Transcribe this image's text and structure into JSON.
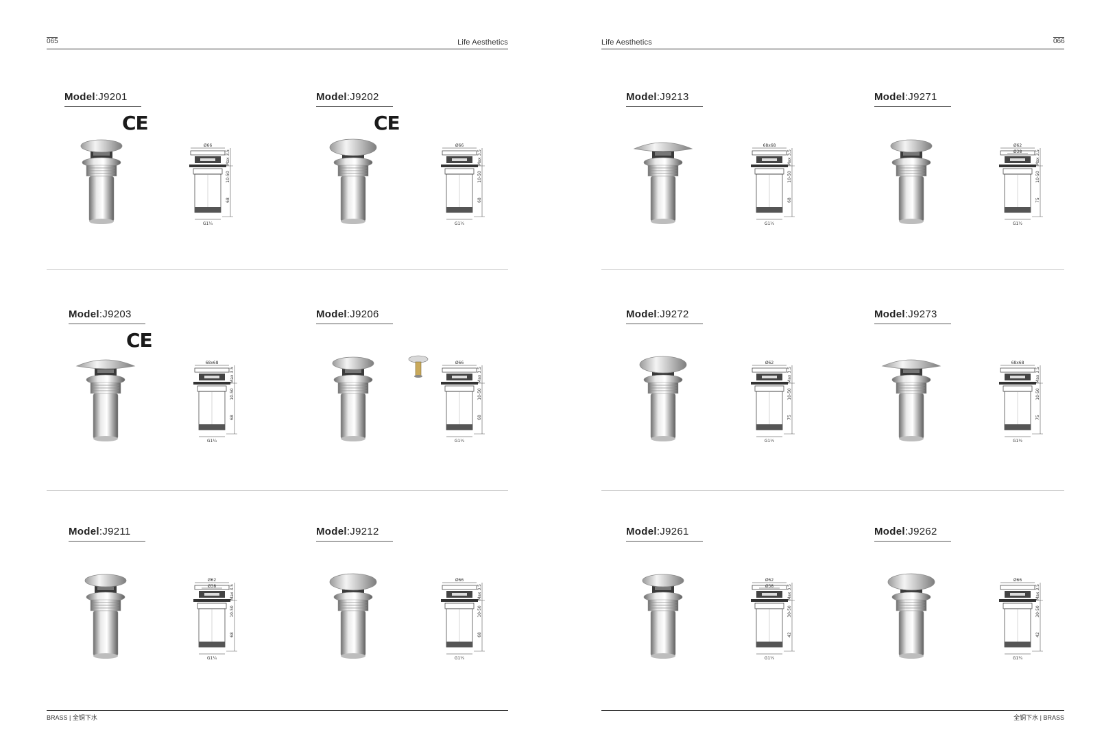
{
  "left_page": {
    "page_number": "065",
    "running_title": "Life Aesthetics",
    "footer": "BRASS | 全铜下水"
  },
  "right_page": {
    "page_number": "066",
    "running_title": "Life Aesthetics",
    "footer": "全铜下水 | BRASS"
  },
  "products": [
    {
      "label": "Model",
      "code": ":J9201",
      "ce": "CE",
      "cap": "round",
      "dims": {
        "top": "Ø66",
        "inner": "",
        "max": "Max 3.5",
        "mid": "10-50",
        "len": "68",
        "thread": "G1¼"
      }
    },
    {
      "label": "Model",
      "code": ":J9202",
      "ce": "CE",
      "cap": "dome",
      "dims": {
        "top": "Ø66",
        "inner": "",
        "max": "Max 3.5",
        "mid": "10-50",
        "len": "68",
        "thread": "G1¼"
      }
    },
    {
      "label": "Model",
      "code": ":J9203",
      "ce": "CE",
      "cap": "square",
      "dims": {
        "top": "68x68",
        "inner": "",
        "max": "Max 3.5",
        "mid": "10-50",
        "len": "68",
        "thread": "G1¼"
      }
    },
    {
      "label": "Model",
      "code": ":J9206",
      "ce": "",
      "cap": "round",
      "dims": {
        "top": "Ø66",
        "inner": "",
        "max": "Max 3.5",
        "mid": "10-50",
        "len": "68",
        "thread": "G1¼"
      }
    },
    {
      "label": "Model",
      "code": ":J9211",
      "ce": "",
      "cap": "round",
      "dims": {
        "top": "Ø62",
        "inner": "Ø38",
        "max": "Max 3.5",
        "mid": "10-50",
        "len": "68",
        "thread": "G1¼"
      }
    },
    {
      "label": "Model",
      "code": ":J9212",
      "ce": "",
      "cap": "dome",
      "dims": {
        "top": "Ø66",
        "inner": "",
        "max": "Max 3.5",
        "mid": "10-50",
        "len": "68",
        "thread": "G1¼"
      }
    },
    {
      "label": "Model",
      "code": ":J9213",
      "ce": "",
      "cap": "square",
      "dims": {
        "top": "68x68",
        "inner": "",
        "max": "Max 3.5",
        "mid": "10-50",
        "len": "68",
        "thread": "G1¼"
      }
    },
    {
      "label": "Model",
      "code": ":J9271",
      "ce": "",
      "cap": "round",
      "dims": {
        "top": "Ø62",
        "inner": "Ø38",
        "max": "Max 3.5",
        "mid": "10-50",
        "len": "75",
        "thread": "G1½"
      }
    },
    {
      "label": "Model",
      "code": ":J9272",
      "ce": "",
      "cap": "dome",
      "dims": {
        "top": "Ø62",
        "inner": "",
        "max": "Max 3.5",
        "mid": "10-50",
        "len": "75",
        "thread": "G1½"
      }
    },
    {
      "label": "Model",
      "code": ":J9273",
      "ce": "",
      "cap": "square",
      "dims": {
        "top": "68x68",
        "inner": "",
        "max": "Max 3.5",
        "mid": "10-50",
        "len": "75",
        "thread": "G1½"
      }
    },
    {
      "label": "Model",
      "code": ":J9261",
      "ce": "",
      "cap": "round",
      "dims": {
        "top": "Ø62",
        "inner": "Ø38",
        "max": "Max 3.5",
        "mid": "30-50",
        "len": "42",
        "thread": "G1¼"
      }
    },
    {
      "label": "Model",
      "code": ":J9262",
      "ce": "",
      "cap": "dome",
      "dims": {
        "top": "Ø66",
        "inner": "",
        "max": "Max 3.5",
        "mid": "30-50",
        "len": "42",
        "thread": "G1¼"
      }
    }
  ]
}
